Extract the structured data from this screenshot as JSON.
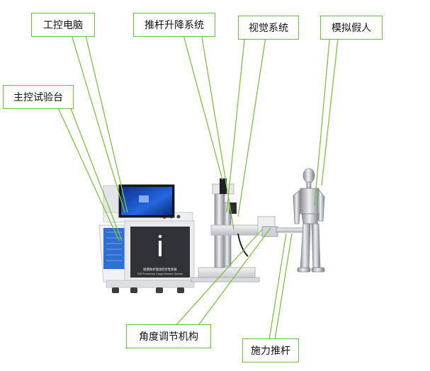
{
  "labels": {
    "computer": "工控电脑",
    "lift": "推杆升降系统",
    "vision": "视觉系统",
    "dummy": "模拟假人",
    "console": "主控试验台",
    "angle": "角度调节机构",
    "pusher": "施力推杆"
  },
  "cabinet_text": {
    "title_cn": "跌倒防护测试综合性系统",
    "title_en": "Fall Prevention Comprehensive System"
  },
  "colors": {
    "leader": "#7dc242",
    "box_border": "#6bbf3a",
    "cabinet_panel": "#2f3134",
    "cabinet_blue": "#2f6fd0",
    "screen": "#1a4fc4",
    "frame": "#e8e8e8",
    "metal": "#b8bcc2"
  }
}
